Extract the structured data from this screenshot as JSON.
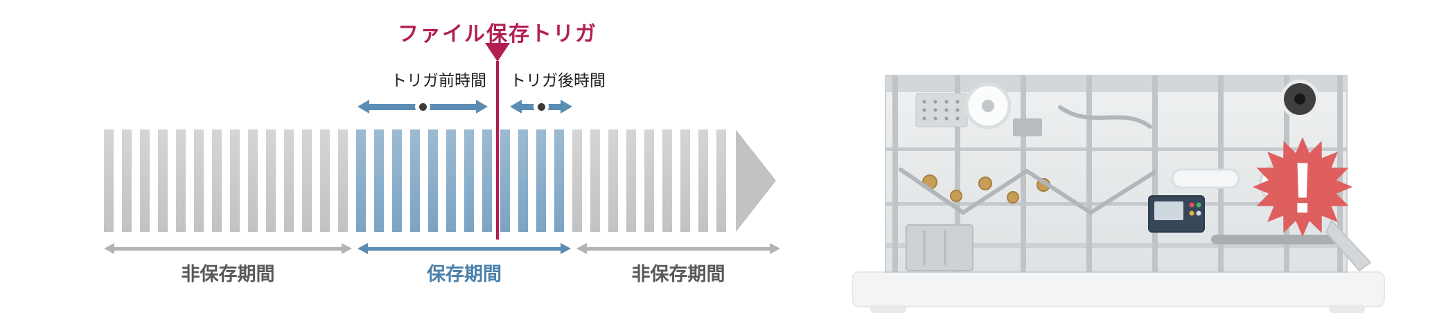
{
  "diagram": {
    "title": "ファイル保存トリガ",
    "pre_trigger_label": "トリガ前時間",
    "post_trigger_label": "トリガ後時間",
    "periods": [
      {
        "label": "非保存期間",
        "type": "non-save"
      },
      {
        "label": "保存期間",
        "type": "save"
      },
      {
        "label": "非保存期間",
        "type": "non-save"
      }
    ],
    "bars": {
      "left_gray": 14,
      "blue": 12,
      "right_gray": 9
    },
    "colors": {
      "accent_red": "#b21e54",
      "bar_gray_light": "#d5d5d6",
      "bar_gray_dark": "#c2c2c3",
      "bar_blue_light": "#9cbbd3",
      "bar_blue_dark": "#7ba3c3",
      "arrow_blue": "#5b8cb3",
      "arrow_gray": "#b1b3b5",
      "save_label_blue": "#4a80aa",
      "non_save_label_gray": "#595959",
      "text_black": "#1f1f1f"
    }
  },
  "illustration": {
    "subject": "packaging-machine",
    "alert_mark": "!",
    "alert_color": "#df5f5f"
  }
}
